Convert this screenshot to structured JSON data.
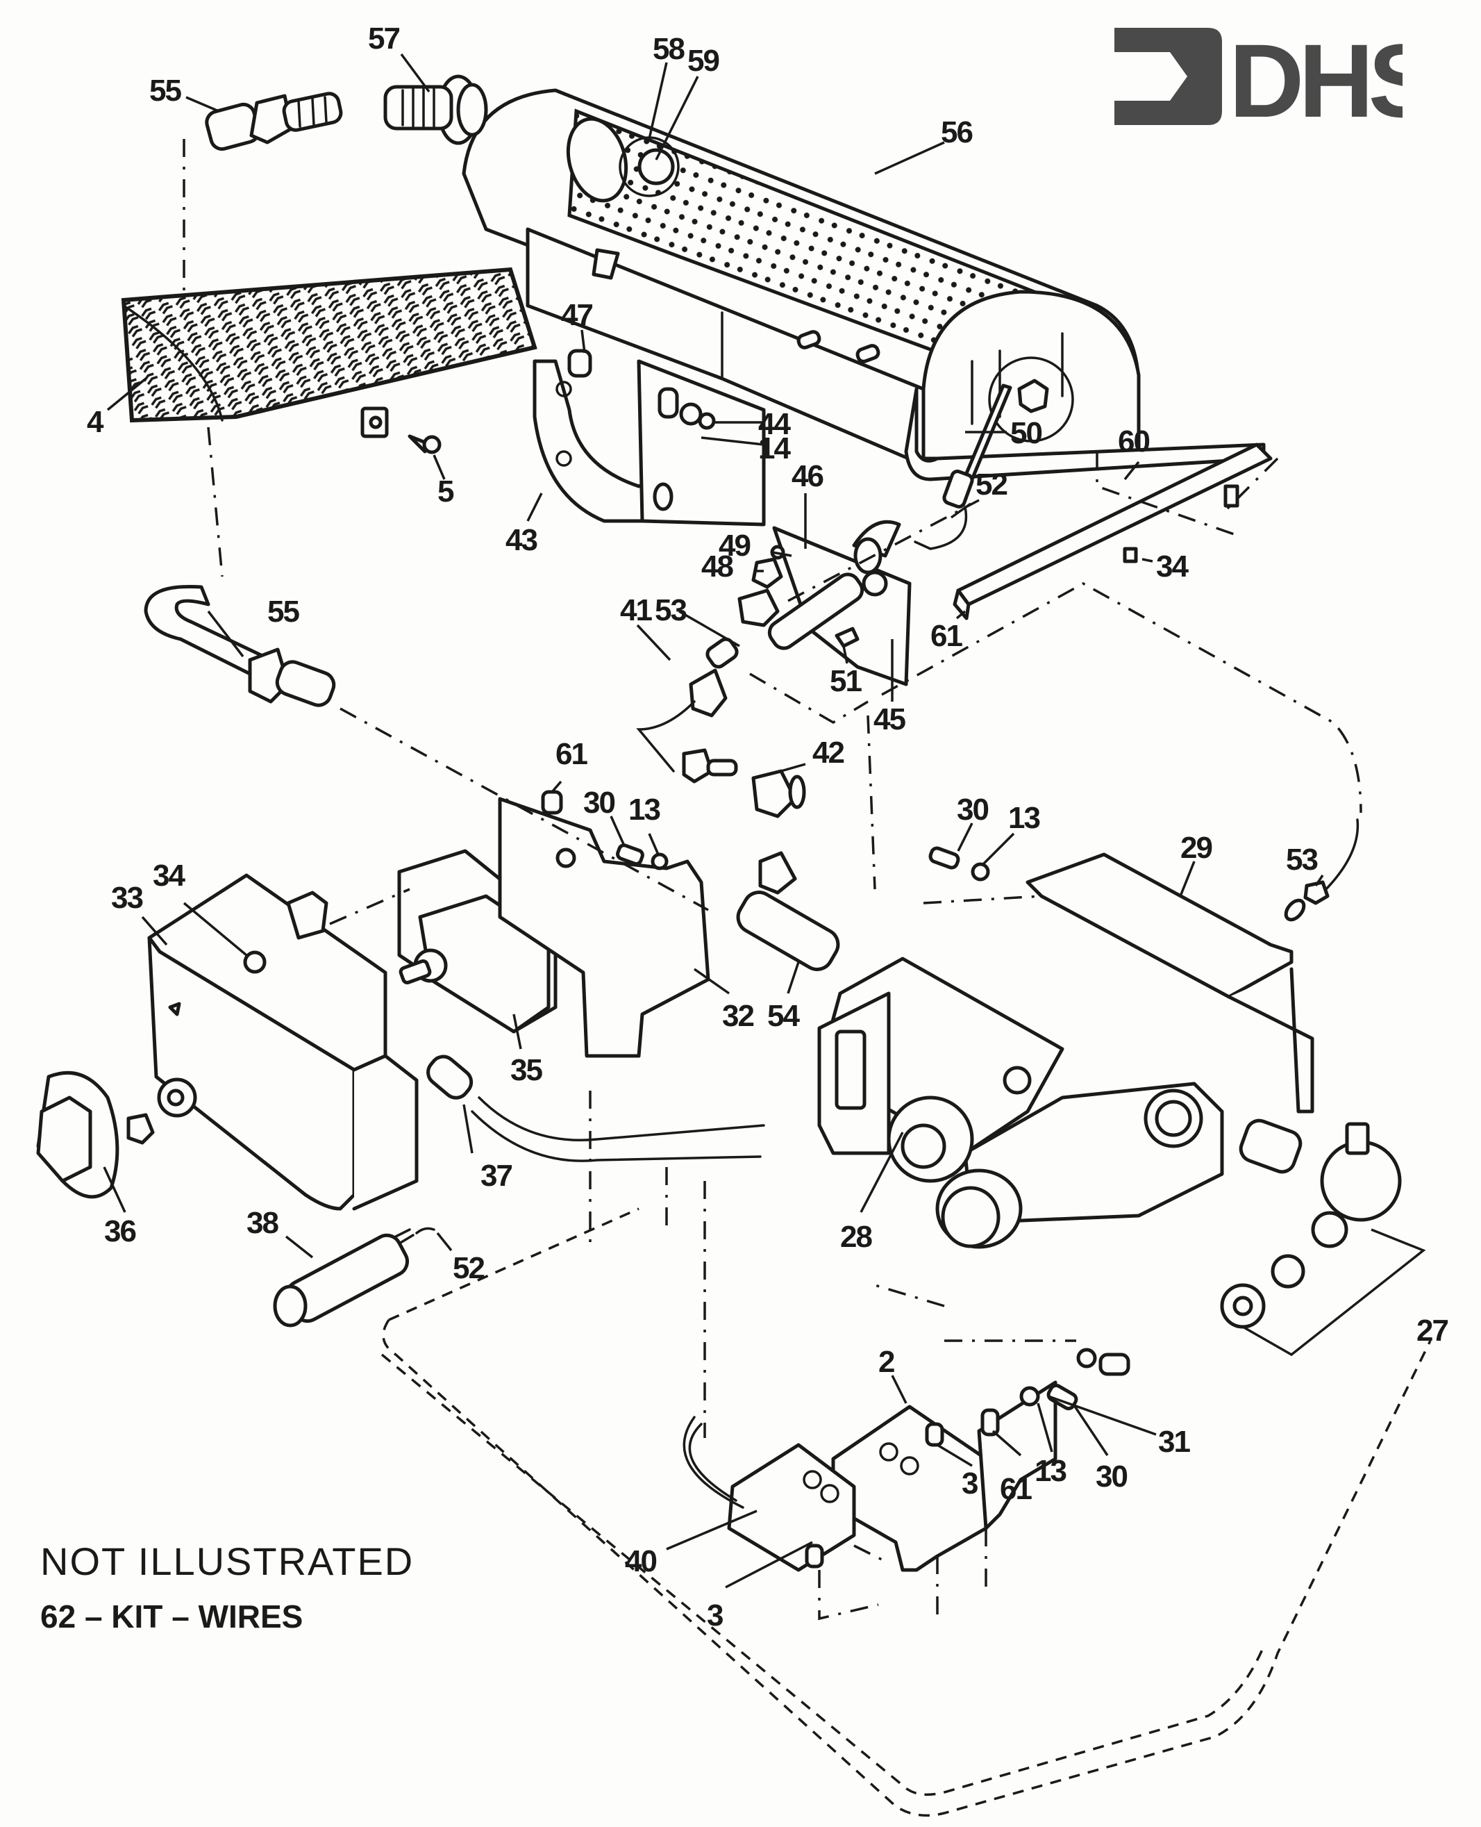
{
  "brand": {
    "logo_text": "DHS",
    "logo_icon": "arrow-into-bracket-icon",
    "logo_color": "#4a4a4a"
  },
  "diagram_title": "Exploded parts diagram — heater burner and gas valve assembly",
  "notes": {
    "heading": "NOT ILLUSTRATED",
    "items": [
      {
        "number": "62",
        "label": "62 – KIT – WIRES"
      }
    ]
  },
  "callouts": [
    {
      "id": "c57",
      "label": "57",
      "part": "fitting"
    },
    {
      "id": "c55a",
      "label": "55",
      "part": "hose fitting"
    },
    {
      "id": "c58",
      "label": "58",
      "part": "burner component"
    },
    {
      "id": "c59",
      "label": "59",
      "part": "burner component"
    },
    {
      "id": "c56",
      "label": "56",
      "part": "burner assembly"
    },
    {
      "id": "c47",
      "label": "47",
      "part": "screw"
    },
    {
      "id": "c4",
      "label": "4",
      "part": "mesh radiant"
    },
    {
      "id": "c5",
      "label": "5",
      "part": "screw"
    },
    {
      "id": "c44",
      "label": "44",
      "part": "washer"
    },
    {
      "id": "c14",
      "label": "14",
      "part": "nut"
    },
    {
      "id": "c50",
      "label": "50",
      "part": "electrode"
    },
    {
      "id": "c60",
      "label": "60",
      "part": "bracket"
    },
    {
      "id": "c43",
      "label": "43",
      "part": "bracket"
    },
    {
      "id": "c46",
      "label": "46",
      "part": "screw"
    },
    {
      "id": "c52a",
      "label": "52",
      "part": "clip"
    },
    {
      "id": "c49",
      "label": "49",
      "part": "washer"
    },
    {
      "id": "c48",
      "label": "48",
      "part": "nut"
    },
    {
      "id": "c34a",
      "label": "34",
      "part": "screw"
    },
    {
      "id": "c41",
      "label": "41",
      "part": "pilot tube"
    },
    {
      "id": "c53a",
      "label": "53",
      "part": "thermocouple"
    },
    {
      "id": "c61a",
      "label": "61",
      "part": "screw"
    },
    {
      "id": "c55b",
      "label": "55",
      "part": "hose"
    },
    {
      "id": "c51",
      "label": "51",
      "part": "clip"
    },
    {
      "id": "c45",
      "label": "45",
      "part": "pilot bracket"
    },
    {
      "id": "c61b",
      "label": "61",
      "part": "screw"
    },
    {
      "id": "c42",
      "label": "42",
      "part": "fitting"
    },
    {
      "id": "c30a",
      "label": "30",
      "part": "screw"
    },
    {
      "id": "c13a",
      "label": "13",
      "part": "washer"
    },
    {
      "id": "c30b",
      "label": "30",
      "part": "screw"
    },
    {
      "id": "c13b",
      "label": "13",
      "part": "washer"
    },
    {
      "id": "c29",
      "label": "29",
      "part": "cover plate"
    },
    {
      "id": "c53b",
      "label": "53",
      "part": "thermocouple"
    },
    {
      "id": "c34b",
      "label": "34",
      "part": "screw"
    },
    {
      "id": "c33",
      "label": "33",
      "part": "control cover"
    },
    {
      "id": "c32",
      "label": "32",
      "part": "bracket"
    },
    {
      "id": "c54",
      "label": "54",
      "part": "fitting"
    },
    {
      "id": "c35",
      "label": "35",
      "part": "thermostat"
    },
    {
      "id": "c36",
      "label": "36",
      "part": "knob"
    },
    {
      "id": "c37",
      "label": "37",
      "part": "wire harness"
    },
    {
      "id": "c28",
      "label": "28",
      "part": "gas valve"
    },
    {
      "id": "c38",
      "label": "38",
      "part": "igniter"
    },
    {
      "id": "c52b",
      "label": "52",
      "part": "clip"
    },
    {
      "id": "c27",
      "label": "27",
      "part": "inlet fitting kit"
    },
    {
      "id": "c2",
      "label": "2",
      "part": "bracket"
    },
    {
      "id": "c31",
      "label": "31",
      "part": "bracket"
    },
    {
      "id": "c13c",
      "label": "13",
      "part": "washer"
    },
    {
      "id": "c30c",
      "label": "30",
      "part": "screw"
    },
    {
      "id": "c3a",
      "label": "3",
      "part": "screw"
    },
    {
      "id": "c61c",
      "label": "61",
      "part": "screw"
    },
    {
      "id": "c40",
      "label": "40",
      "part": "switch"
    },
    {
      "id": "c3b",
      "label": "3",
      "part": "screw"
    }
  ]
}
